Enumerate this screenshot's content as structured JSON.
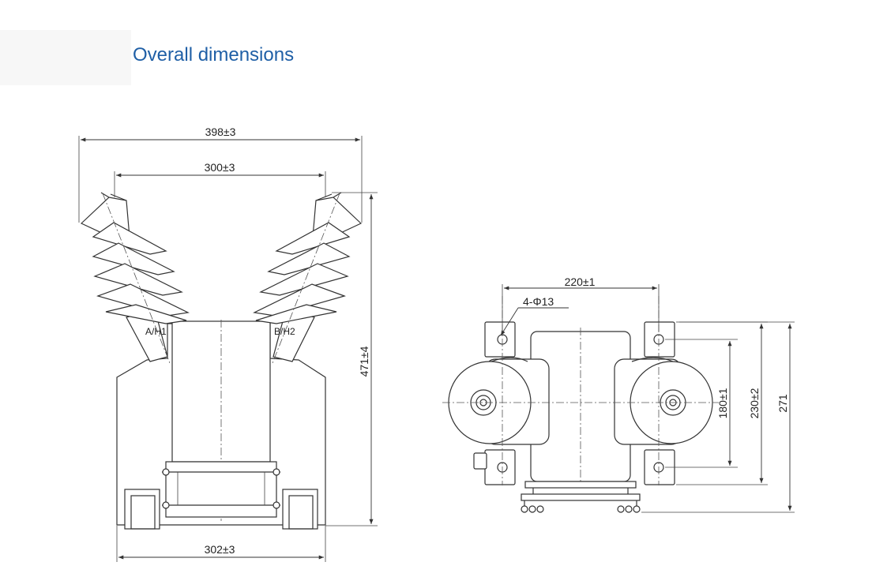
{
  "page": {
    "title": "Overall dimensions"
  },
  "front_view": {
    "dims": {
      "overall_width": "398±3",
      "terminal_spacing": "300±3",
      "base_width": "302±3",
      "height": "471±4"
    },
    "terminals": {
      "left": "A/H1",
      "right": "B/H2"
    }
  },
  "side_view": {
    "dims": {
      "hole_spacing": "220±1",
      "holes": "4-Φ13",
      "hole_vertical": "180±1",
      "base_depth": "230±2",
      "total_depth": "271"
    }
  },
  "colors": {
    "title": "#1f5fa6",
    "line": "#333333"
  }
}
